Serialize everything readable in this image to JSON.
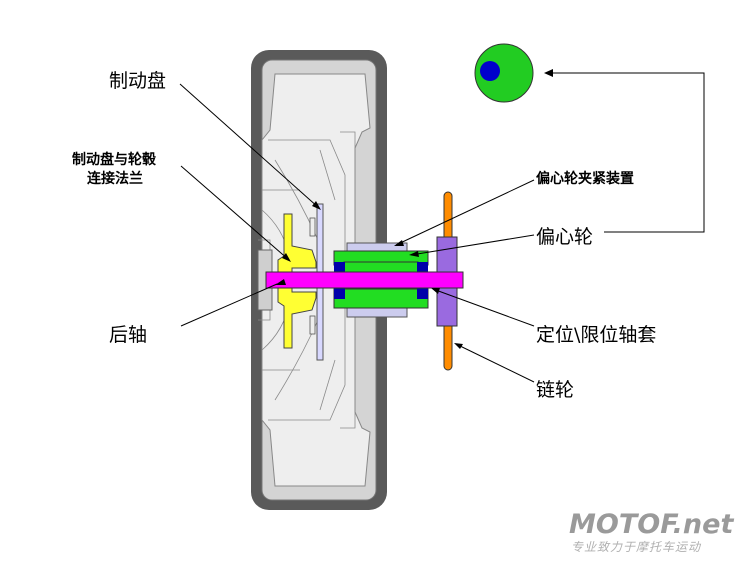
{
  "labels": {
    "brake_disc": "制动盘",
    "flange_line1": "制动盘与轮毂",
    "flange_line2": "连接法兰",
    "rear_axle": "后轴",
    "eccentric_clamp": "偏心轮夹紧装置",
    "eccentric_wheel": "偏心轮",
    "positioning_sleeve": "定位\\限位轴套",
    "sprocket": "链轮"
  },
  "watermark": {
    "logo": "MOTOF.net",
    "tagline": "专业致力于摩托车运动"
  },
  "colors": {
    "tire": "#5a5a5a",
    "rim": "#d6d6d6",
    "axle": "#ff00ff",
    "flange": "#ffff33",
    "eccentric": "#22dd22",
    "bearing": "#0000aa",
    "sprocket": "#ff8c00",
    "spacer": "#9a6ae0",
    "clamp": "#ccccee"
  }
}
